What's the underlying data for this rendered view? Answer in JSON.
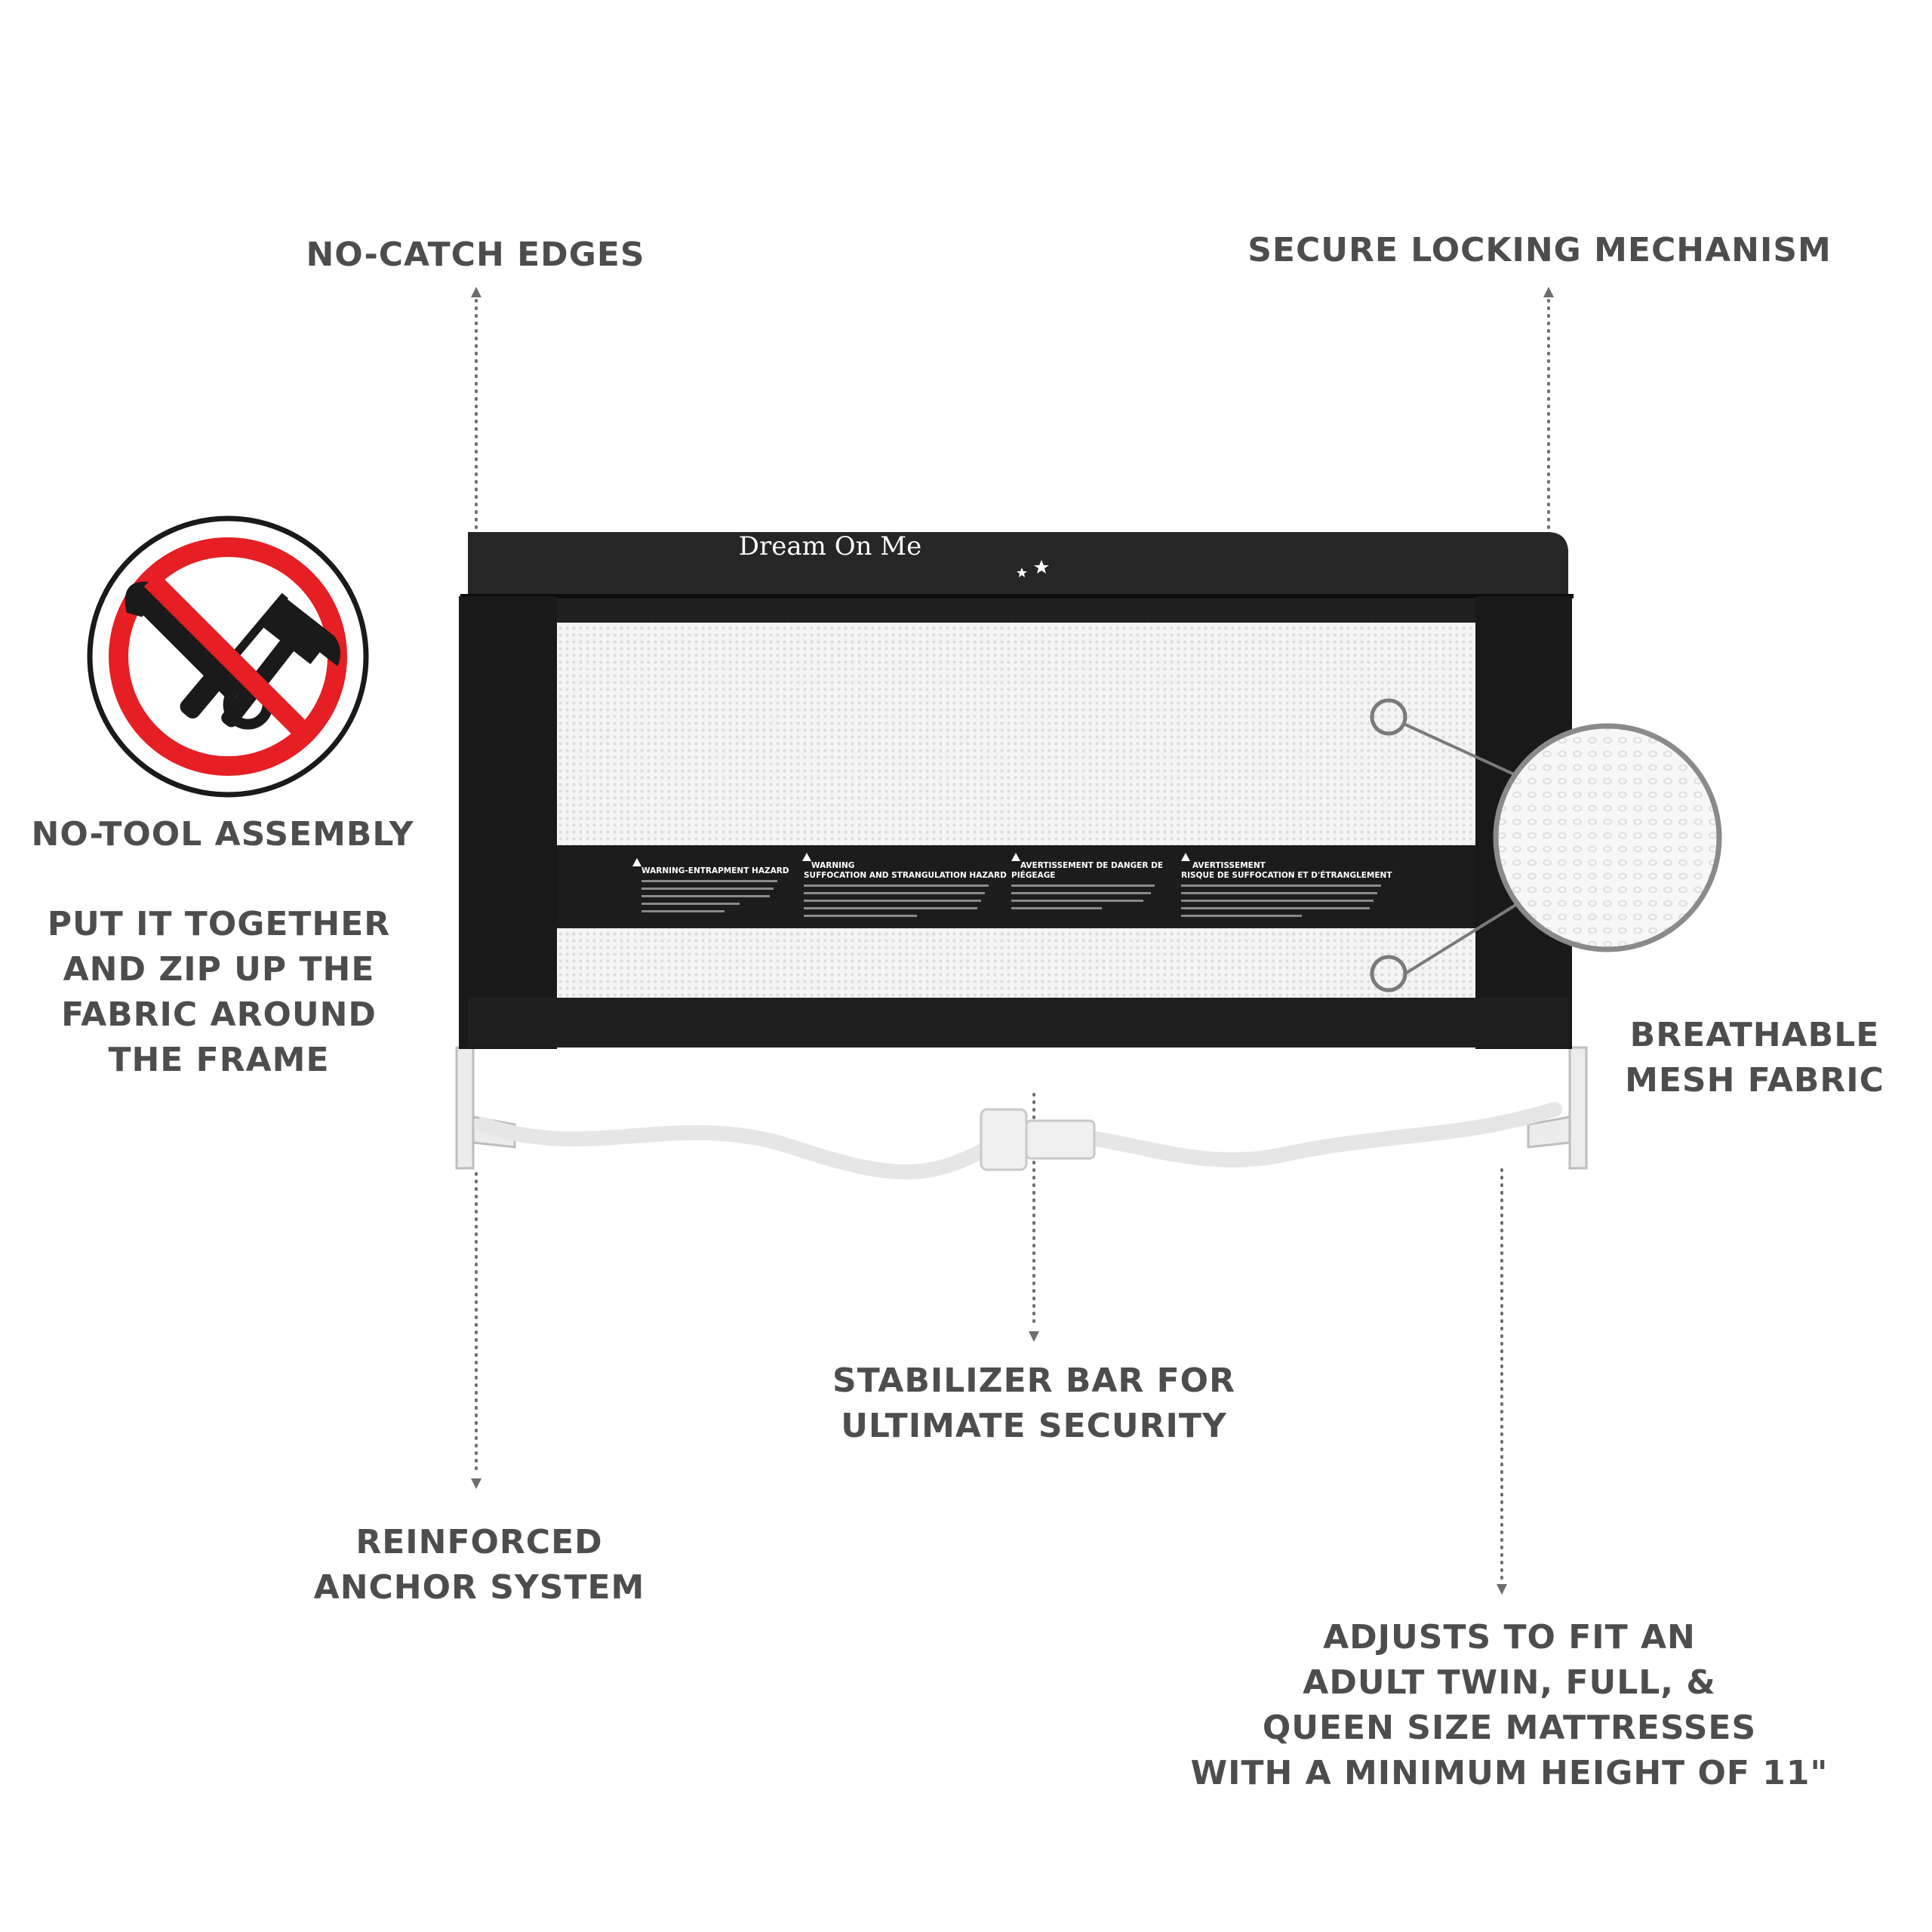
{
  "callouts": {
    "no_catch_edges": [
      "NO-CATCH EDGES"
    ],
    "secure_locking": [
      "SECURE LOCKING MECHANISM"
    ],
    "no_tool_assembly": [
      "NO-TOOL ASSEMBLY"
    ],
    "put_together": [
      "PUT IT TOGETHER",
      "AND ZIP UP THE",
      "FABRIC AROUND",
      "THE FRAME"
    ],
    "breathable_mesh": [
      "BREATHABLE",
      "MESH FABRIC"
    ],
    "stabilizer_bar": [
      "STABILIZER BAR FOR",
      "ULTIMATE SECURITY"
    ],
    "reinforced_anchor": [
      "REINFORCED",
      "ANCHOR SYSTEM"
    ],
    "adjusts_fit": [
      "ADJUSTS TO FIT AN",
      "ADULT TWIN, FULL, &",
      "QUEEN SIZE MATTRESSES",
      "WITH A MINIMUM HEIGHT OF 11\""
    ]
  },
  "product": {
    "brand_logo": "Dream On Me",
    "warnings": [
      {
        "title_lines": [
          "WARNING-ENTRAPMENT HAZARD"
        ]
      },
      {
        "title_lines": [
          "WARNING",
          "SUFFOCATION AND STRANGULATION HAZARD"
        ]
      },
      {
        "title_lines": [
          "AVERTISSEMENT DE DANGER DE",
          "PIÉGEAGE"
        ]
      },
      {
        "title_lines": [
          "AVERTISSEMENT",
          "RISQUE DE SUFFOCATION ET D'ÉTRANGLEMENT"
        ]
      }
    ]
  },
  "icons": {
    "no_tools_sign": "no-tools-prohibition-icon",
    "mesh_zoom": "mesh-fabric-zoom-icon"
  },
  "colors": {
    "text": "#4d4d4d",
    "rail_fabric": "#1f1f1f",
    "prohibition_red": "#e51f24",
    "callout_line": "#6e6e6e"
  }
}
